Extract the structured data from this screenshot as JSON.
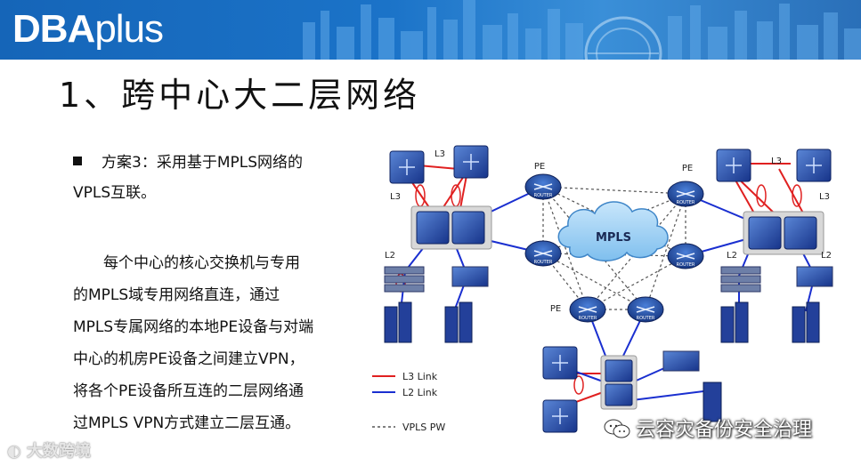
{
  "header": {
    "logo_bold": "DBA",
    "logo_light": "plus"
  },
  "title": "1、跨中心大二层网络",
  "bullet": {
    "text_line1": "方案3：采用基于MPLS网络的",
    "text_line2": "VPLS互联。"
  },
  "body_lines": [
    "每个中心的核心交换机与专用",
    "的MPLS域专用网络直连，通过",
    "MPLS专属网络的本地PE设备与对端",
    "中心的机房PE设备之间建立VPN，",
    "将各个PE设备所互连的二层网络通",
    "过MPLS  VPN方式建立二层互通。"
  ],
  "diagram": {
    "cloud_label": "MPLS",
    "pe_labels": [
      "PE",
      "PE",
      "PE"
    ],
    "l3_labels": [
      "L3",
      "L3",
      "L3",
      "L3"
    ],
    "l2_labels": [
      "L2",
      "L2",
      "L2"
    ],
    "router_caption": "ROUTER",
    "legend": {
      "l3": "L3 Link",
      "l2": "L2 Link",
      "vpls": "VPLS PW"
    },
    "colors": {
      "l3_link": "#e02020",
      "l2_link": "#1a2fd0",
      "vpls_pw": "#555555",
      "device": "#1a3fa8"
    }
  },
  "watermarks": {
    "left": "大数跨境",
    "right": "云容灾备份安全治理"
  }
}
